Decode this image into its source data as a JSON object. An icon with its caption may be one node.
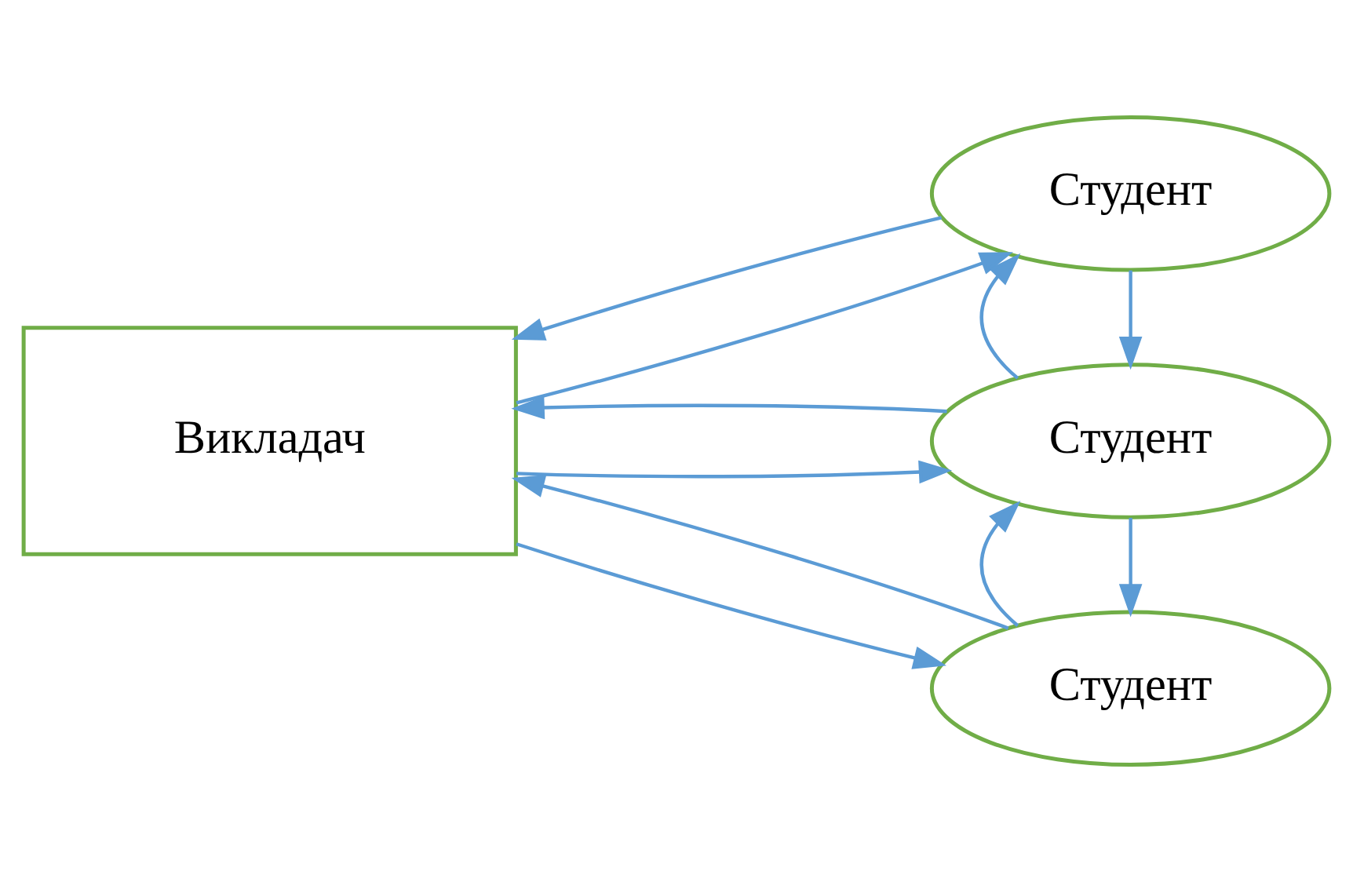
{
  "diagram": {
    "nodes": [
      {
        "text": [
          "Викладач"
        ]
      },
      {
        "text": [
          "Студент"
        ]
      },
      {
        "text": [
          "Студент"
        ]
      },
      {
        "text": [
          "Студент"
        ]
      }
    ],
    "edges": [
      {
        "from": 0,
        "to": 1,
        "arrow": "to"
      },
      {
        "from": 1,
        "to": 0,
        "arrow": "to"
      },
      {
        "from": 0,
        "to": 2,
        "arrow": "to"
      },
      {
        "from": 2,
        "to": 0,
        "arrow": "to"
      },
      {
        "from": 3,
        "to": 0,
        "arrow": "to"
      },
      {
        "from": 0,
        "to": 3,
        "arrow": "to"
      },
      {
        "from": 2,
        "to": 1,
        "arrow": "to"
      },
      {
        "from": 1,
        "to": 2,
        "arrow": "to"
      },
      {
        "from": 3,
        "to": 2,
        "arrow": "to"
      },
      {
        "from": 2,
        "to": 3,
        "arrow": "to"
      }
    ]
  }
}
